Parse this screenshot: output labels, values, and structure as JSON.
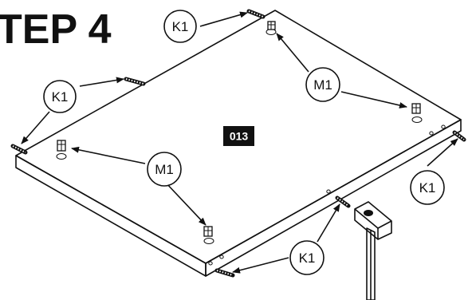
{
  "step_title": "TEP 4",
  "panel_label": "013",
  "callouts": [
    {
      "id": "k1-top",
      "label": "K1"
    },
    {
      "id": "k1-left",
      "label": "K1"
    },
    {
      "id": "m1-top",
      "label": "M1"
    },
    {
      "id": "m1-bottom",
      "label": "M1"
    },
    {
      "id": "k1-right",
      "label": "K1"
    },
    {
      "id": "k1-bottom",
      "label": "K1"
    }
  ]
}
